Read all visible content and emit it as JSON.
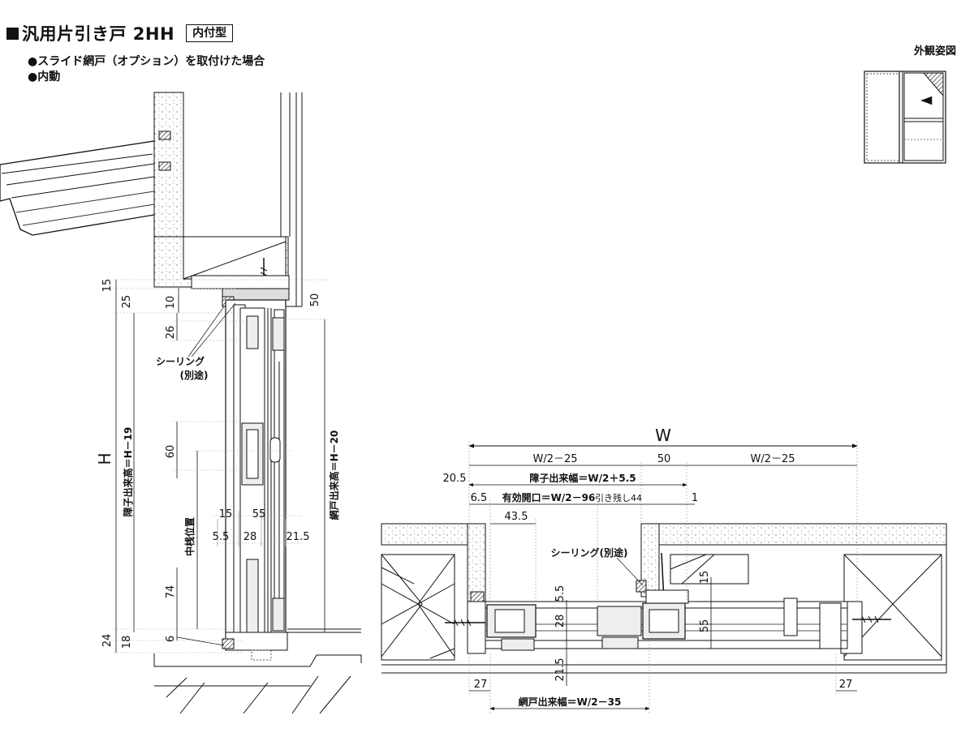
{
  "header": {
    "title": "汎用片引き戸 2HH",
    "type_tag": "内付型",
    "notes": [
      "●スライド網戸（オプション）を取付けた場合",
      "●内動"
    ]
  },
  "exterior_view": {
    "label": "外観姿図"
  },
  "section_vertical": {
    "dims": {
      "d15": "15",
      "d25": "25",
      "d10": "10",
      "d26": "26",
      "d50": "50",
      "d60": "60",
      "d74": "74",
      "d6": "6",
      "d24": "24",
      "d18": "18",
      "d15b": "15",
      "d55": "55",
      "d5_5": "5.5",
      "d28": "28",
      "d21_5": "21.5"
    },
    "labels": {
      "sealing": "シーリング",
      "separate": "(別途)",
      "H": "H",
      "shoji_height": "障子出来高＝H－19",
      "amido_height": "網戸出来高＝H－20",
      "mid_rail": "中桟位置"
    }
  },
  "section_horizontal": {
    "W": "W",
    "dims": {
      "w_half_left": "W/2－25",
      "w50": "50",
      "w_half_right": "W/2－25",
      "w20_5": "20.5",
      "shoji_width": "障子出来幅＝W/2＋5.5",
      "w6_5": "6.5",
      "opening": "有効開口＝W/2－96",
      "opening_note": "引き残し44",
      "w1": "1",
      "w43_5": "43.5",
      "w5_5": "5.5",
      "w28": "28",
      "w21_5": "21.5",
      "w15": "15",
      "w55": "55",
      "w27_left": "27",
      "w27_right": "27",
      "amido_width": "網戸出来幅＝W/2－35"
    },
    "labels": {
      "sealing": "シーリング(別途)"
    }
  }
}
